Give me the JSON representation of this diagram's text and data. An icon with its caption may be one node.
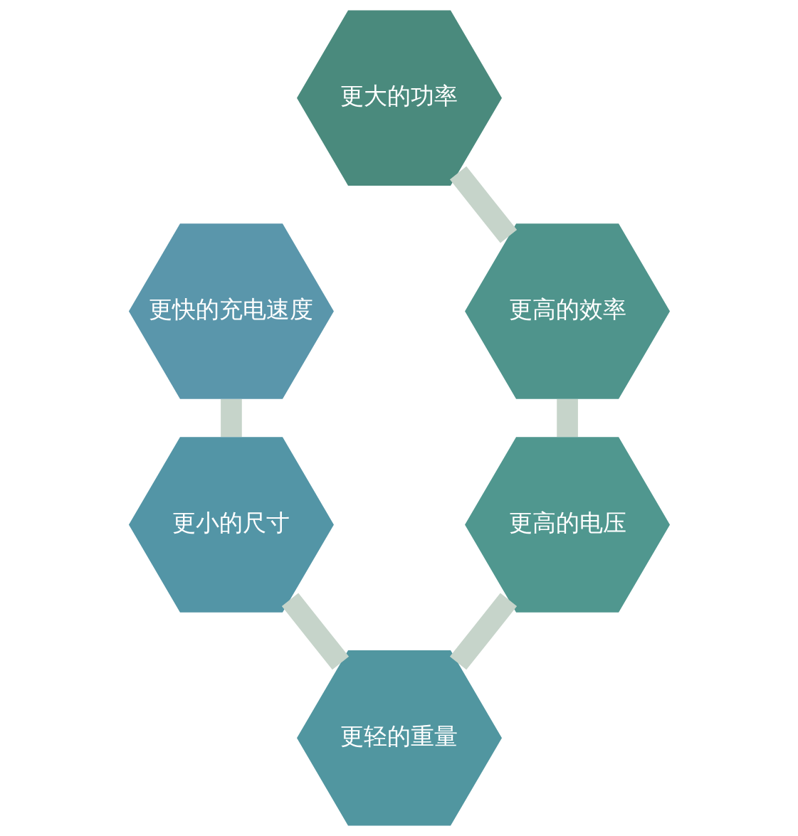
{
  "diagram": {
    "nodes": [
      {
        "text": [
          "更大的功率"
        ]
      },
      {
        "text": [
          "更快的充电速度"
        ]
      },
      {
        "text": [
          "更高的效率"
        ]
      },
      {
        "text": [
          "更小的尺寸"
        ]
      },
      {
        "text": [
          "更高的电压"
        ]
      },
      {
        "text": [
          "更轻的重量"
        ]
      }
    ],
    "edges": [
      {
        "from": 0,
        "to": 2,
        "arrow": "none"
      },
      {
        "from": 2,
        "to": 4,
        "arrow": "none"
      },
      {
        "from": 4,
        "to": 5,
        "arrow": "none"
      },
      {
        "from": 5,
        "to": 3,
        "arrow": "none"
      },
      {
        "from": 3,
        "to": 1,
        "arrow": "none"
      }
    ]
  }
}
